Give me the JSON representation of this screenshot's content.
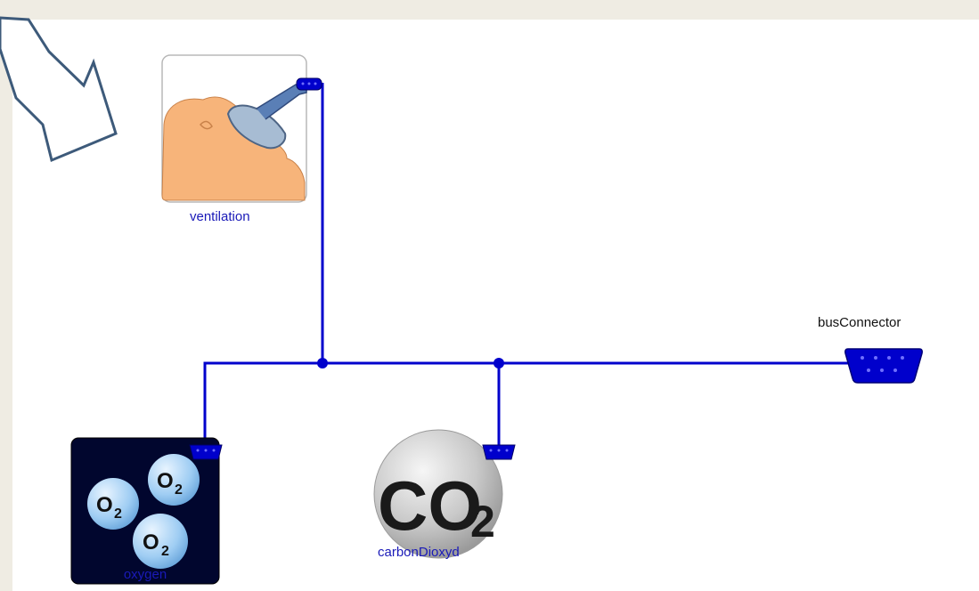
{
  "components": {
    "ventilation": {
      "label": "ventilation"
    },
    "bus_connector": {
      "label": "busConnector"
    },
    "carbon_dioxyd": {
      "label": "carbonDioxyd",
      "icon_text": "CO",
      "icon_subscript": "2"
    },
    "oxygen": {
      "label": "oxygen",
      "icon_text": "O",
      "icon_subscript": "2"
    }
  },
  "colors": {
    "connection": "#0000cc",
    "background": "#ffffff",
    "margin": "#efece3",
    "label": "#1a1ab8",
    "arrow": "#3d5a7a",
    "oxygen_bg": "#01062e",
    "skin": "#f7b47a"
  }
}
